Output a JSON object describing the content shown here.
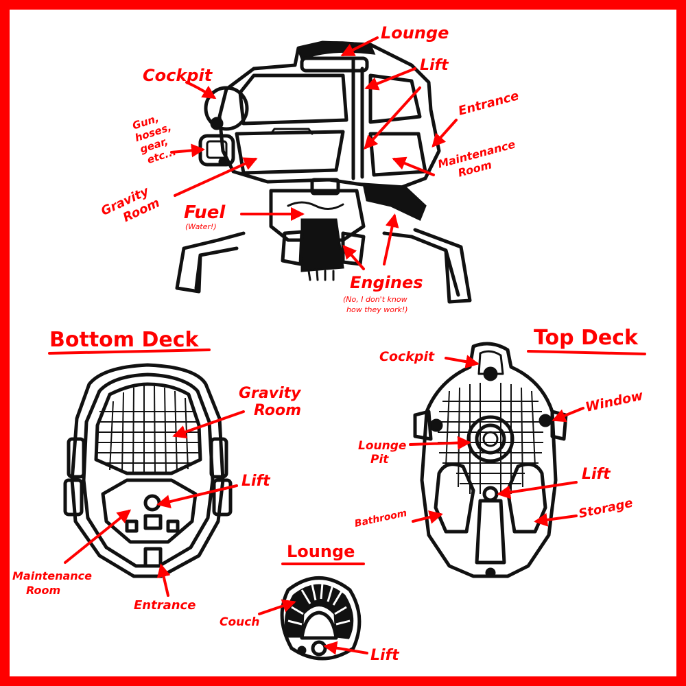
{
  "colors": {
    "frame": "#ff0000",
    "labels": "#ff0000",
    "ink": "#111111",
    "background": "#ffffff"
  },
  "side_view": {
    "cockpit": "Cockpit",
    "lounge": "Lounge",
    "lift": "Lift",
    "entrance": "Entrance",
    "gear_lines": [
      "Gun,",
      "hoses,",
      "gear,",
      "etc..."
    ],
    "maintenance_lines": [
      "Maintenance",
      "Room"
    ],
    "gravity_lines": [
      "Gravity",
      "Room"
    ],
    "fuel": "Fuel",
    "fuel_note": "(Water!)",
    "engines": "Engines",
    "engines_note_lines": [
      "(No, I don't know",
      "how they work!)"
    ]
  },
  "bottom_deck": {
    "title": "Bottom Deck",
    "gravity_lines": [
      "Gravity",
      "Room"
    ],
    "lift": "Lift",
    "maintenance_lines": [
      "Maintenance",
      "Room"
    ],
    "entrance": "Entrance"
  },
  "top_deck": {
    "title": "Top Deck",
    "cockpit": "Cockpit",
    "window": "Window",
    "lounge_pit_lines": [
      "Lounge",
      "Pit"
    ],
    "lift": "Lift",
    "bathroom": "Bathroom",
    "storage": "Storage"
  },
  "lounge_plan": {
    "title": "Lounge",
    "couch": "Couch",
    "lift": "Lift"
  }
}
